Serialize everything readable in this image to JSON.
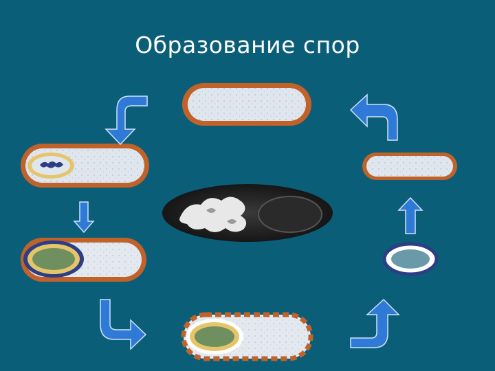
{
  "slide": {
    "title": "Образование спор"
  },
  "colors": {
    "background": "#0b5e78",
    "cell_wall": "#c0622a",
    "cell_body": "#dfe6ee",
    "spore_core": "#6f8f5e",
    "spore_ring": "#e6c56a",
    "spore_outer": "#2b3e86",
    "arrow": "#2f7ad6",
    "micrograph": "#1c1c1c"
  },
  "stages": [
    {
      "name": "vegetative-cell",
      "icon": "rod-cell-icon"
    },
    {
      "name": "nucleoid-condensing",
      "icon": "rod-cell-icon"
    },
    {
      "name": "forespore-forming",
      "icon": "rod-cell-icon"
    },
    {
      "name": "mature-endospore-in-cell",
      "icon": "rod-cell-icon"
    },
    {
      "name": "free-spore",
      "icon": "spore-icon"
    },
    {
      "name": "germinating-cell",
      "icon": "rod-cell-icon"
    }
  ]
}
